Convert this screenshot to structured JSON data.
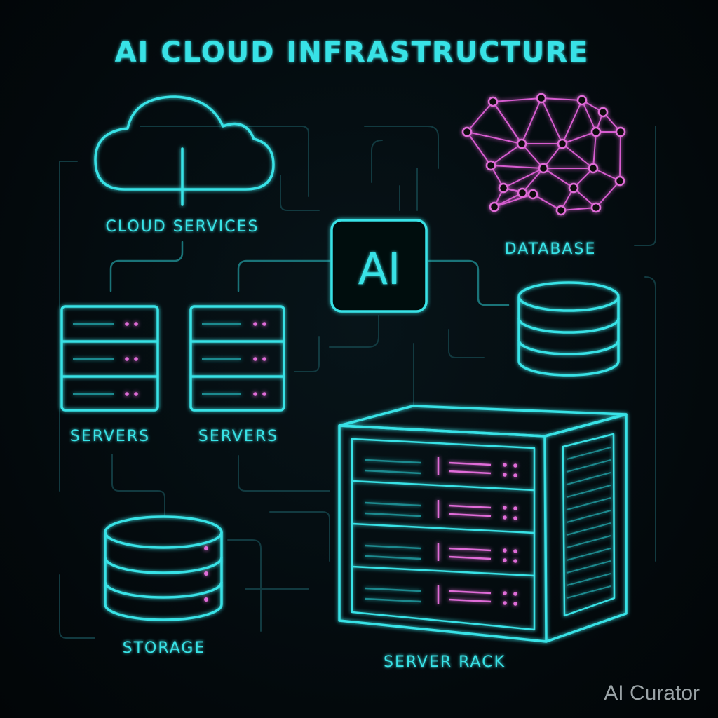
{
  "title": "AI CLOUD INFRASTRUCTURE",
  "nodes": {
    "cloud": "CLOUD SERVICES",
    "ai": "AI",
    "database_network": "DATABASE",
    "servers_left": "SERVERS",
    "servers_right": "SERVERS",
    "storage": "STORAGE",
    "server_rack": "SERVER RACK"
  },
  "watermark": "AI Curator",
  "colors": {
    "cyan": "#39e2e6",
    "magenta": "#e06cd8",
    "background": "#03090c",
    "trace": "#123a40"
  },
  "icons": [
    "cloud-icon",
    "network-icon",
    "ai-chip-icon",
    "server-stack-icon",
    "database-icon",
    "storage-icon",
    "server-rack-icon"
  ]
}
